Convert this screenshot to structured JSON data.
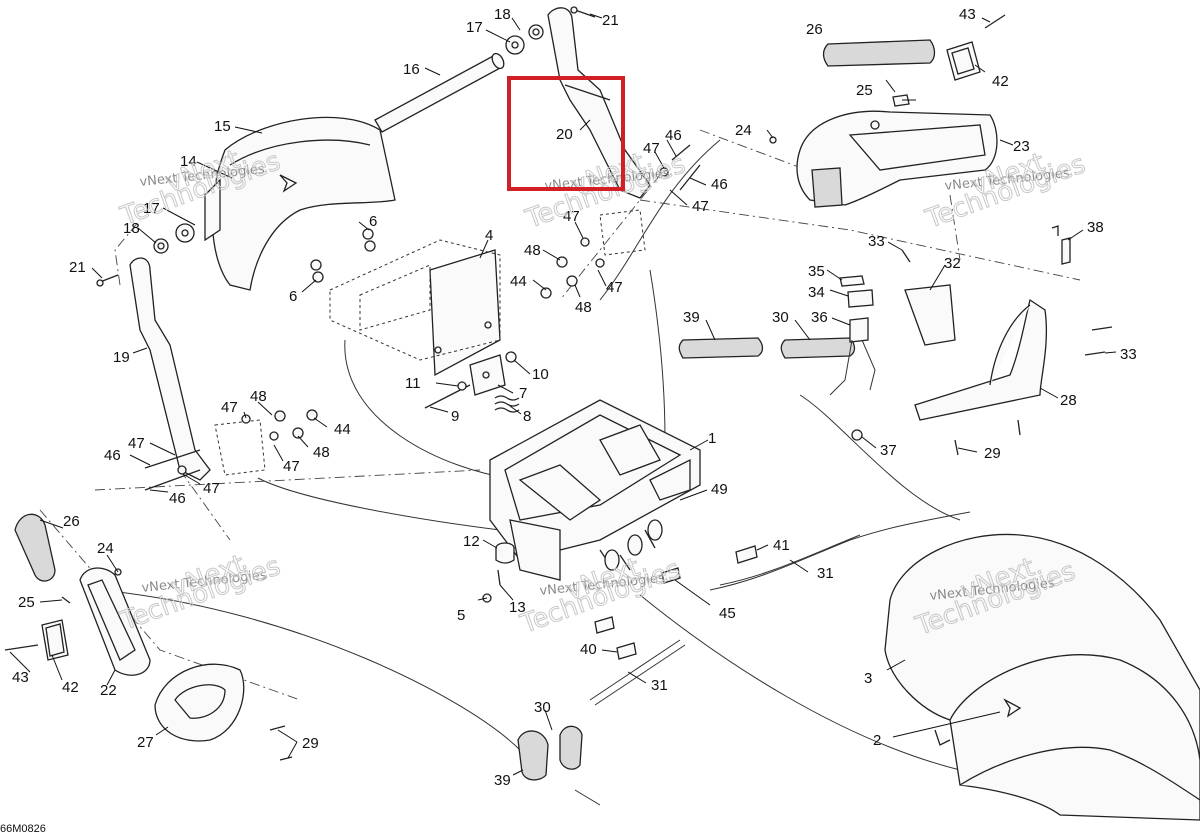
{
  "diagram": {
    "drawing_code": "66M0826",
    "watermark_text": "vNext Technologies",
    "watermark_line1": "vNext",
    "watermark_line2": "Technologies",
    "highlight_color": "#d21f26",
    "highlighted_part": "20",
    "callouts": [
      "1",
      "2",
      "3",
      "4",
      "5",
      "6",
      "7",
      "8",
      "9",
      "10",
      "11",
      "12",
      "13",
      "14",
      "15",
      "16",
      "17",
      "18",
      "19",
      "20",
      "21",
      "22",
      "23",
      "24",
      "25",
      "26",
      "27",
      "28",
      "29",
      "30",
      "31",
      "32",
      "33",
      "34",
      "35",
      "36",
      "37",
      "38",
      "39",
      "40",
      "41",
      "42",
      "43",
      "44",
      "45",
      "46",
      "47",
      "48",
      "49"
    ]
  }
}
